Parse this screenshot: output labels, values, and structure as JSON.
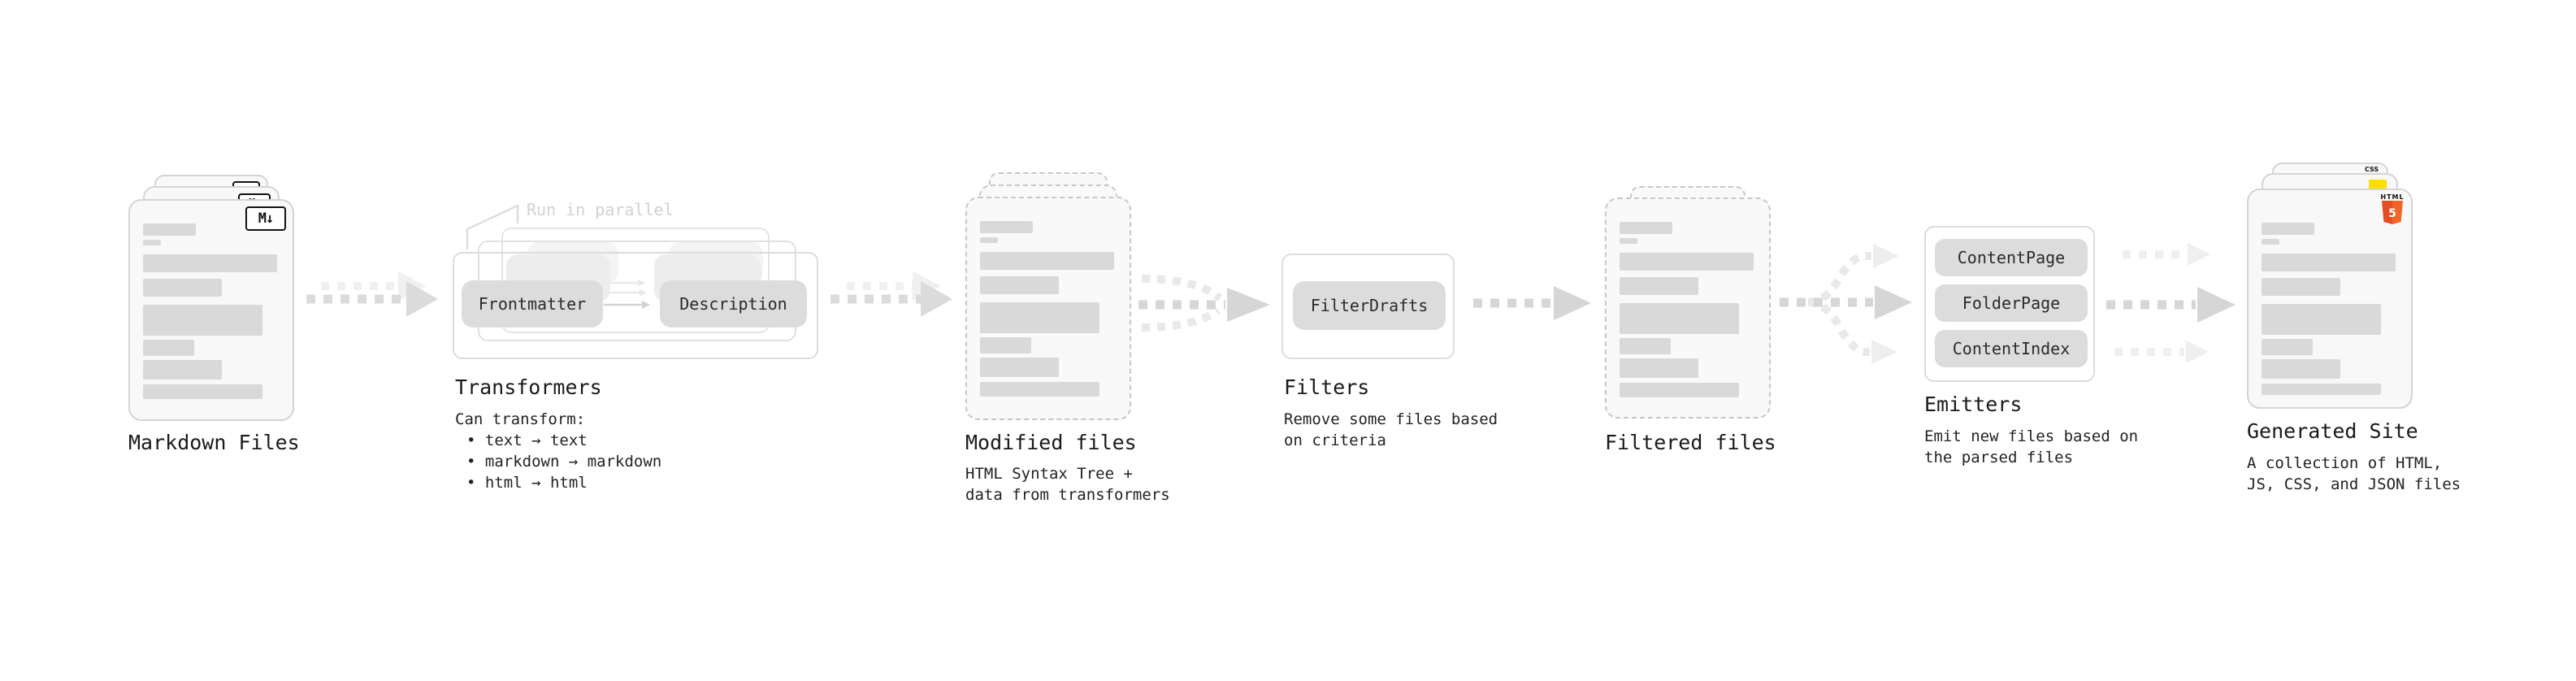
{
  "diagram": {
    "markdown_files": {
      "label": "Markdown Files",
      "icon": "M↓"
    },
    "transformers": {
      "label": "Transformers",
      "note": "Run in parallel",
      "pills": [
        "Frontmatter",
        "Description"
      ],
      "sub": "Can transform:",
      "bullets": [
        "• text → text",
        "• markdown → markdown",
        "• html → html"
      ]
    },
    "modified_files": {
      "label": "Modified files",
      "sub": "HTML Syntax Tree +\ndata from transformers"
    },
    "filters": {
      "label": "Filters",
      "pills": [
        "FilterDrafts"
      ],
      "sub": "Remove some files based\non criteria"
    },
    "filtered_files": {
      "label": "Filtered files"
    },
    "emitters": {
      "label": "Emitters",
      "pills": [
        "ContentPage",
        "FolderPage",
        "ContentIndex"
      ],
      "sub": "Emit new files based on\nthe parsed files"
    },
    "generated_site": {
      "label": "Generated Site",
      "sub": "A collection of HTML,\nJS, CSS, and JSON files",
      "file_badges": {
        "css_label": "CSS",
        "html_label": "HTML",
        "html_number": "5"
      }
    }
  },
  "colors": {
    "background": "#ffffff",
    "card_fill": "#f8f8f8",
    "card_border": "#d4d4d4",
    "bar_fill": "#d9d9d9",
    "pill_fill": "#dcdcdc",
    "arrow": "#dbdbdb",
    "arrow_light": "#efefef",
    "note_text": "#d2d2d2",
    "html5_orange": "#e44d26",
    "html5_orange_light": "#f16529",
    "js_yellow": "#ffdf00",
    "css_blue": "#2b6bf3",
    "text": "#1a1a1a"
  }
}
